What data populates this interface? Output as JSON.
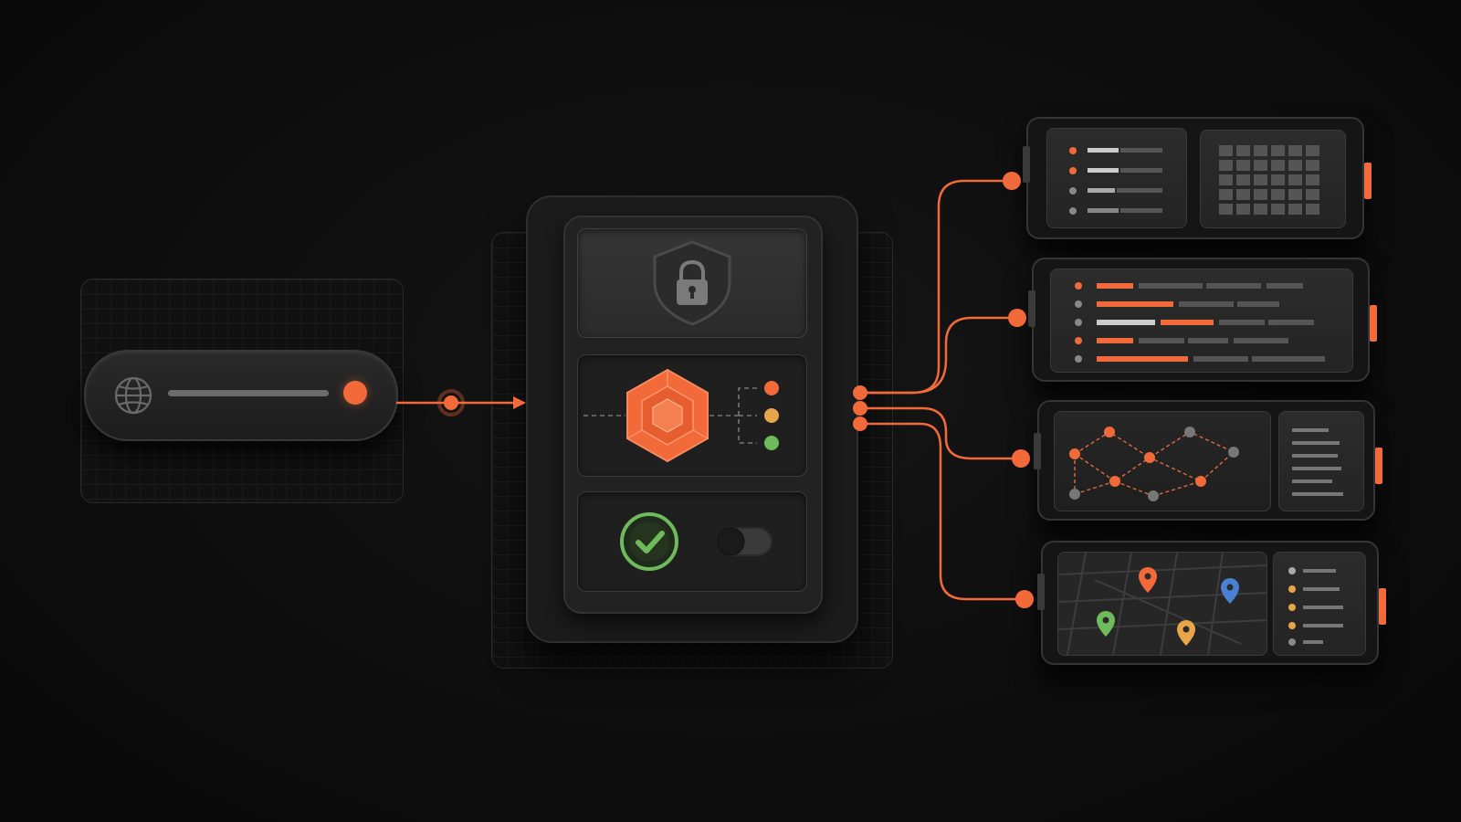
{
  "colors": {
    "accent": "#f26a3a",
    "success": "#6dbb5a",
    "warning": "#e8a64a",
    "info": "#4a7fd1",
    "background": "#0d0d0d"
  },
  "icons": {
    "source": "globe-icon",
    "security": "shield-lock-icon",
    "core": "hexagon-gem-icon",
    "status": "check-circle-icon",
    "toggle": "toggle-switch-icon",
    "map_pin": "map-pin-icon"
  },
  "status_dots": [
    "#f26a3a",
    "#e8a64a",
    "#6dbb5a"
  ],
  "outputs": [
    {
      "kind": "list-with-grid"
    },
    {
      "kind": "bar-rows"
    },
    {
      "kind": "network-graph"
    },
    {
      "kind": "map-with-pins"
    }
  ]
}
